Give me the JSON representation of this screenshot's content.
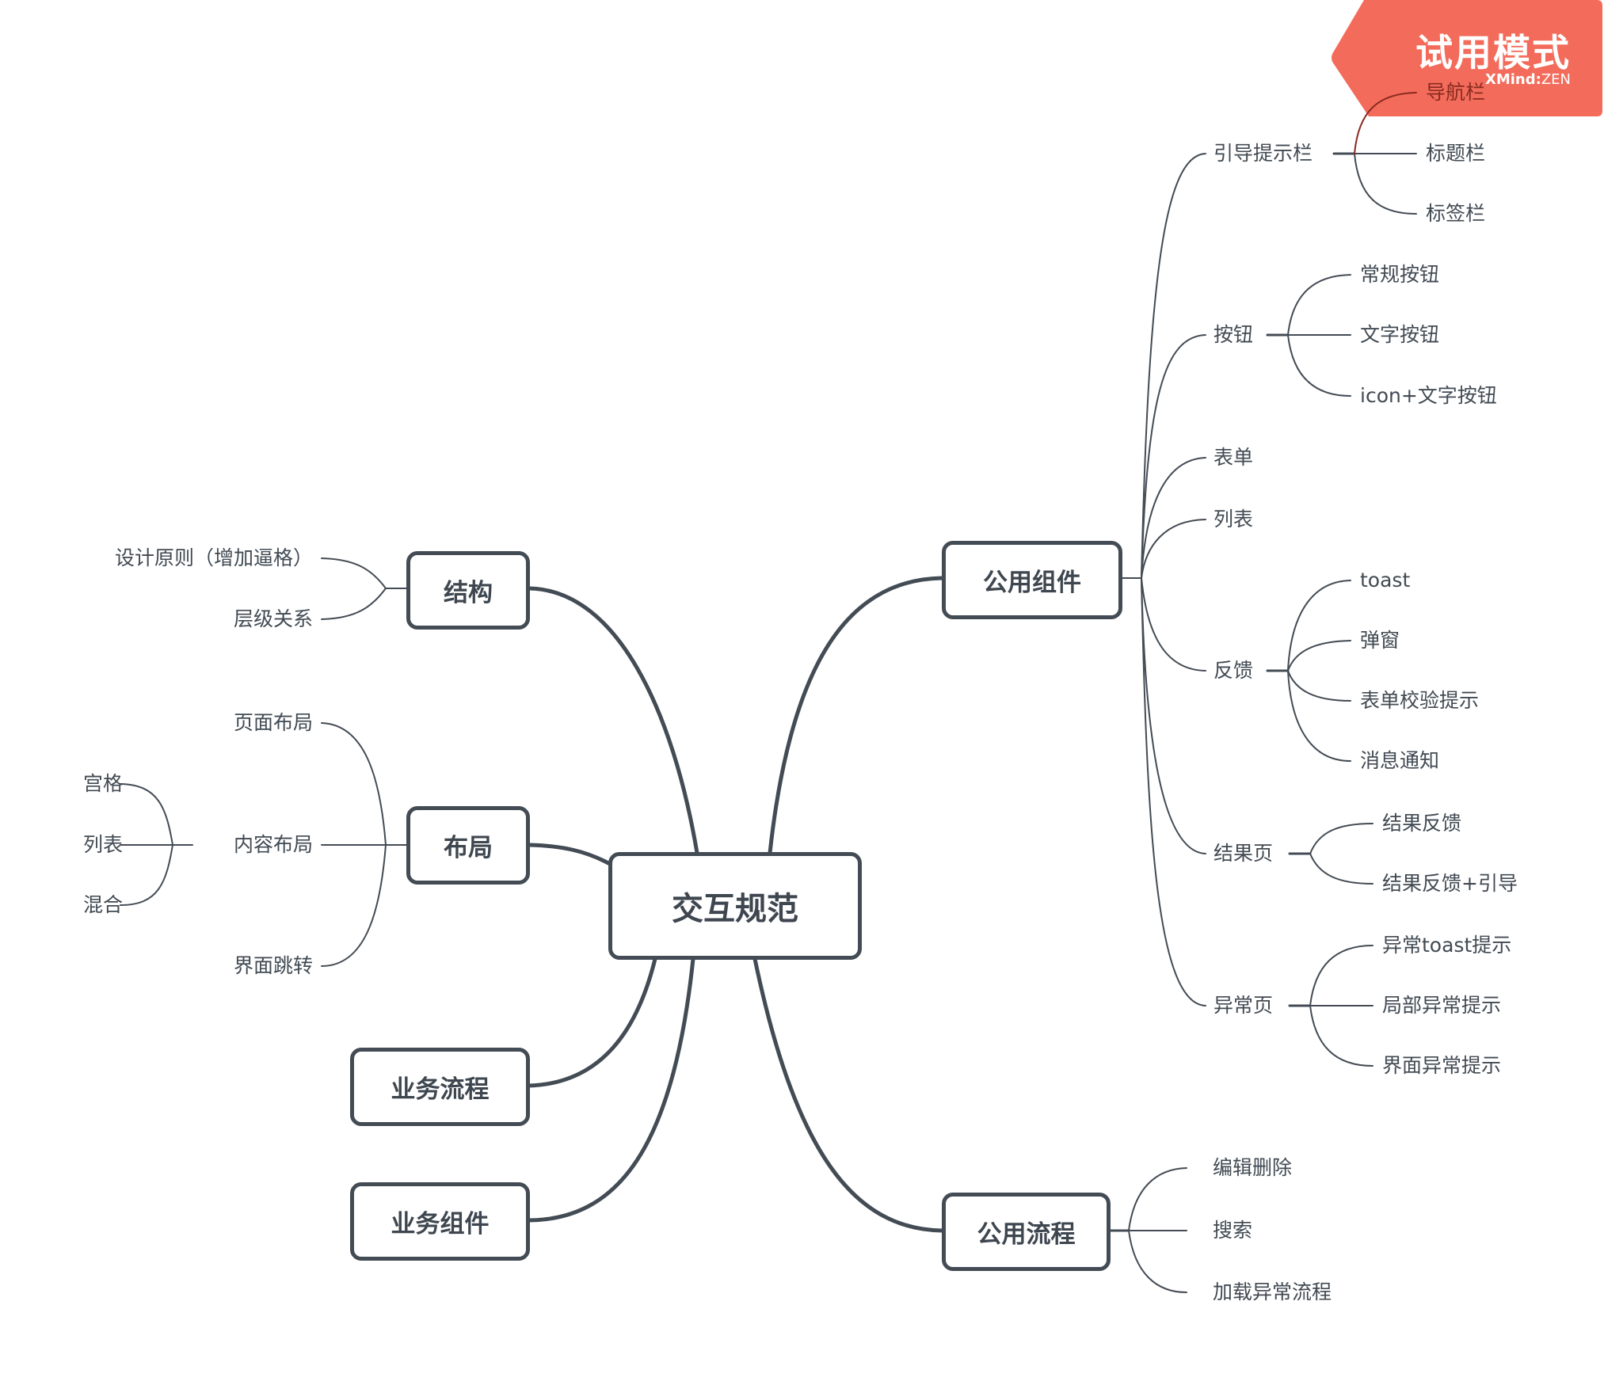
{
  "watermark": {
    "title": "试用模式",
    "brand": "XMind",
    "separator": ":",
    "edition": "ZEN",
    "color": "#F26452"
  },
  "central": {
    "label": "交互规范"
  },
  "left": {
    "structure": {
      "label": "结构",
      "children": [
        "设计原则（增加逼格）",
        "层级关系"
      ]
    },
    "layout": {
      "label": "布局",
      "children": [
        {
          "label": "页面布局"
        },
        {
          "label": "内容布局",
          "children": [
            "宫格",
            "列表",
            "混合"
          ]
        },
        {
          "label": "界面跳转"
        }
      ]
    },
    "business_flow": {
      "label": "业务流程"
    },
    "business_components": {
      "label": "业务组件"
    }
  },
  "right": {
    "common_components": {
      "label": "公用组件",
      "children": [
        {
          "label": "引导提示栏",
          "children": [
            "导航栏",
            "标题栏",
            "标签栏"
          ]
        },
        {
          "label": "按钮",
          "children": [
            "常规按钮",
            "文字按钮",
            "icon+文字按钮"
          ]
        },
        {
          "label": "表单"
        },
        {
          "label": "列表"
        },
        {
          "label": "反馈",
          "children": [
            "toast",
            "弹窗",
            "表单校验提示",
            "消息通知"
          ]
        },
        {
          "label": "结果页",
          "children": [
            "结果反馈",
            "结果反馈+引导"
          ]
        },
        {
          "label": "异常页",
          "children": [
            "异常toast提示",
            "局部异常提示",
            "界面异常提示"
          ]
        }
      ]
    },
    "common_flows": {
      "label": "公用流程",
      "children": [
        "编辑删除",
        "搜索",
        "加载异常流程"
      ]
    }
  },
  "colors": {
    "line": "#434b54",
    "text": "#414a53"
  }
}
